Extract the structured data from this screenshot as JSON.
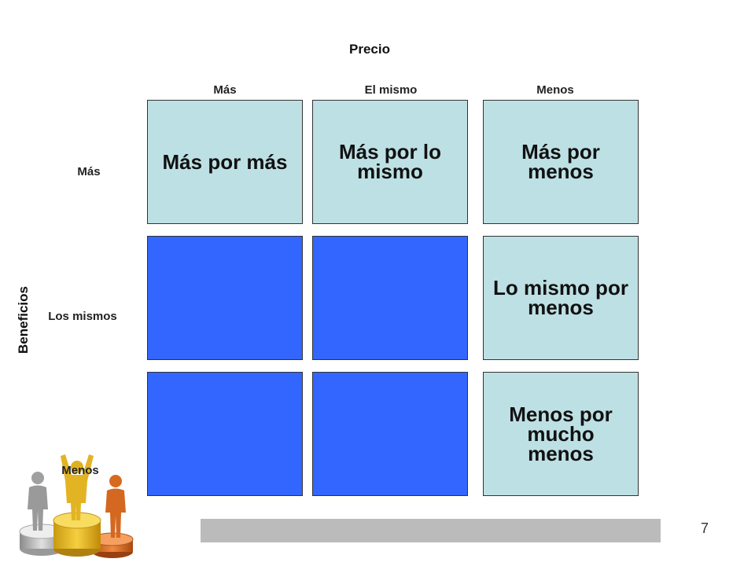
{
  "title": "Precio",
  "columns": [
    "Más",
    "El mismo",
    "Menos"
  ],
  "y_title": "Beneficios",
  "rows": [
    "Más",
    "Los mismos",
    "Menos"
  ],
  "cells": [
    [
      "Más por más",
      "Más por lo\n  mismo",
      "Más por\n  menos"
    ],
    [
      "",
      "",
      "Lo mismo por\n  menos"
    ],
    [
      "",
      "",
      "Menos por\n  mucho\n  menos"
    ]
  ],
  "colors": {
    "light": "#bde0e4",
    "blue": "#3366ff",
    "bar": "#bbbbbb"
  },
  "page_number": "7",
  "icon": "podium-people-icon"
}
